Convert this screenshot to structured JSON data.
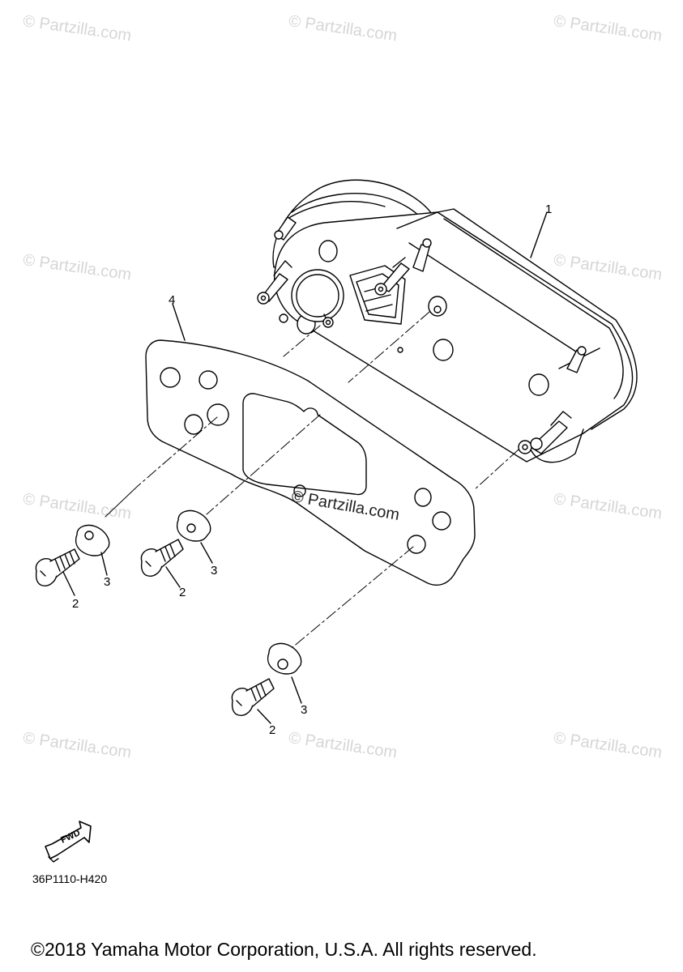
{
  "watermark": "© Partzilla.com",
  "center_watermark": "© Partzilla.com",
  "callouts": {
    "p1": "1",
    "p4": "4",
    "p2a": "2",
    "p3a": "3",
    "p2b": "2",
    "p3b": "3",
    "p2c": "2",
    "p3c": "3"
  },
  "fwd_label": "FWD",
  "diagram_code": "36P1110-H420",
  "copyright": "©2018 Yamaha Motor Corporation, U.S.A. All rights reserved.",
  "colors": {
    "line": "#000000",
    "watermark": "#d6d6d6",
    "background": "#ffffff"
  }
}
